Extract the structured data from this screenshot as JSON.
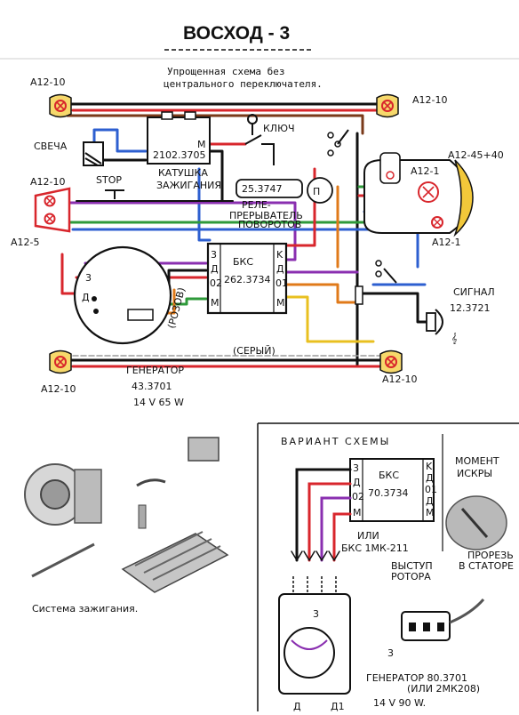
{
  "title": "ВОСХОД - 3",
  "subtitle_line1": "Упрощенная схема без",
  "subtitle_line2": "центрального переключателя.",
  "lamps": {
    "top_left": "A12-10",
    "top_right": "A12-10",
    "mid_left": "A12-10",
    "mid_left_lower": "A12-5",
    "bottom_left": "A12-10",
    "bottom_right": "A12-10",
    "headlight_main": "A12-45+40",
    "headlight_a": "A12-1",
    "headlight_b": "A12-1"
  },
  "labels": {
    "spark_plug": "СВЕЧА",
    "stop": "STOP",
    "key": "КЛЮЧ",
    "coil_model": "2102.3705",
    "coil_m": "M",
    "coil_line1": "КАТУШКА",
    "coil_line2": "ЗАЖИГАНИЯ",
    "relay_model": "25.3747",
    "relay_line1": "РЕЛЕ-",
    "relay_line2": "ПРЕРЫВАТЕЛЬ",
    "relay_line3": "ПОВОРОТОВ",
    "bks_title": "БКС",
    "bks_model": "262.3734",
    "pink_wire": "(РОЗОВ)",
    "grey_wire": "(СЕРЫЙ)",
    "horn_line1": "СИГНАЛ",
    "horn_line2": "12.3721",
    "generator": "ГЕНЕРАТОР",
    "generator_model": "43.3701",
    "generator_spec": "14 V    65 W",
    "ignition_system": "Система зажигания."
  },
  "bks_terminals": {
    "left": [
      "3",
      "Д",
      "02",
      "M"
    ],
    "right": [
      "K",
      "Д",
      "01",
      "M"
    ]
  },
  "variant": {
    "title": "ВАРИАНТ СХЕМЫ",
    "bks_title": "БКС",
    "bks_model": "70.3734",
    "terms_left": [
      "3",
      "Д",
      "02",
      "M"
    ],
    "terms_right": [
      "K",
      "Д",
      "01",
      "Д",
      "M"
    ],
    "or_label": "ИЛИ",
    "bks_alt": "БКС 1МК-211",
    "moment_line1": "МОМЕНТ",
    "moment_line2": "ИСКРЫ",
    "slot_line1": "ПРОРЕЗЬ",
    "slot_line2": "В СТАТОРЕ",
    "rotor_line1": "ВЫСТУП",
    "rotor_line2": "РОТОРА",
    "gen_line1": "ГЕНЕРАТОР 80.3701",
    "gen_line2": "(ИЛИ 2МК208)",
    "gen_line3": "14 V    90 W.",
    "pin_3": "3",
    "pin_d": "Д",
    "pin_d1": "Д1",
    "pin_3b": "3"
  },
  "colors": {
    "red": "#d8262c",
    "blue": "#2d5fd0",
    "green": "#2e9a3a",
    "violet": "#8a2fb0",
    "orange": "#e07a1a",
    "yellow": "#e9c020",
    "brown": "#7a3a1a",
    "black": "#111111",
    "grey": "#9a9a9a"
  }
}
